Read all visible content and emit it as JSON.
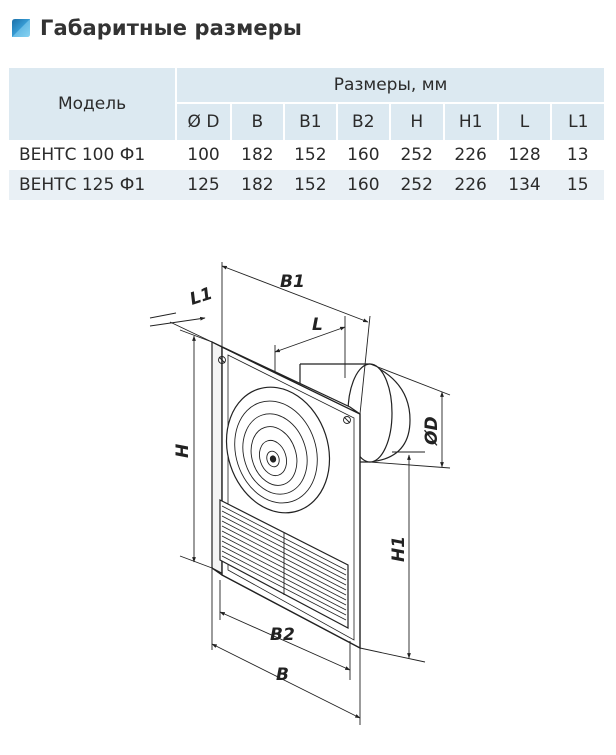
{
  "header": {
    "title": "Габаритные размеры",
    "icon": "blue-gradient-square-icon"
  },
  "table": {
    "model_header": "Модель",
    "group_header": "Размеры, мм",
    "columns": [
      "Ø D",
      "B",
      "B1",
      "B2",
      "H",
      "H1",
      "L",
      "L1"
    ],
    "rows": [
      {
        "model": "ВЕНТС 100 Ф1",
        "values": [
          "100",
          "182",
          "152",
          "160",
          "252",
          "226",
          "128",
          "13"
        ]
      },
      {
        "model": "ВЕНТС 125 Ф1",
        "values": [
          "125",
          "182",
          "152",
          "160",
          "252",
          "226",
          "134",
          "15"
        ]
      }
    ]
  },
  "drawing": {
    "labels": {
      "B1": "B1",
      "L1": "L1",
      "L": "L",
      "H": "H",
      "D": "ØD",
      "H1": "H1",
      "B2": "B2",
      "B": "B"
    }
  },
  "colors": {
    "header_bg": "#dce9f1",
    "row_alt_bg": "#e9f0f5",
    "icon_dark": "#1b6fa8",
    "icon_light": "#4fb8e6",
    "text": "#2b2b2b"
  }
}
